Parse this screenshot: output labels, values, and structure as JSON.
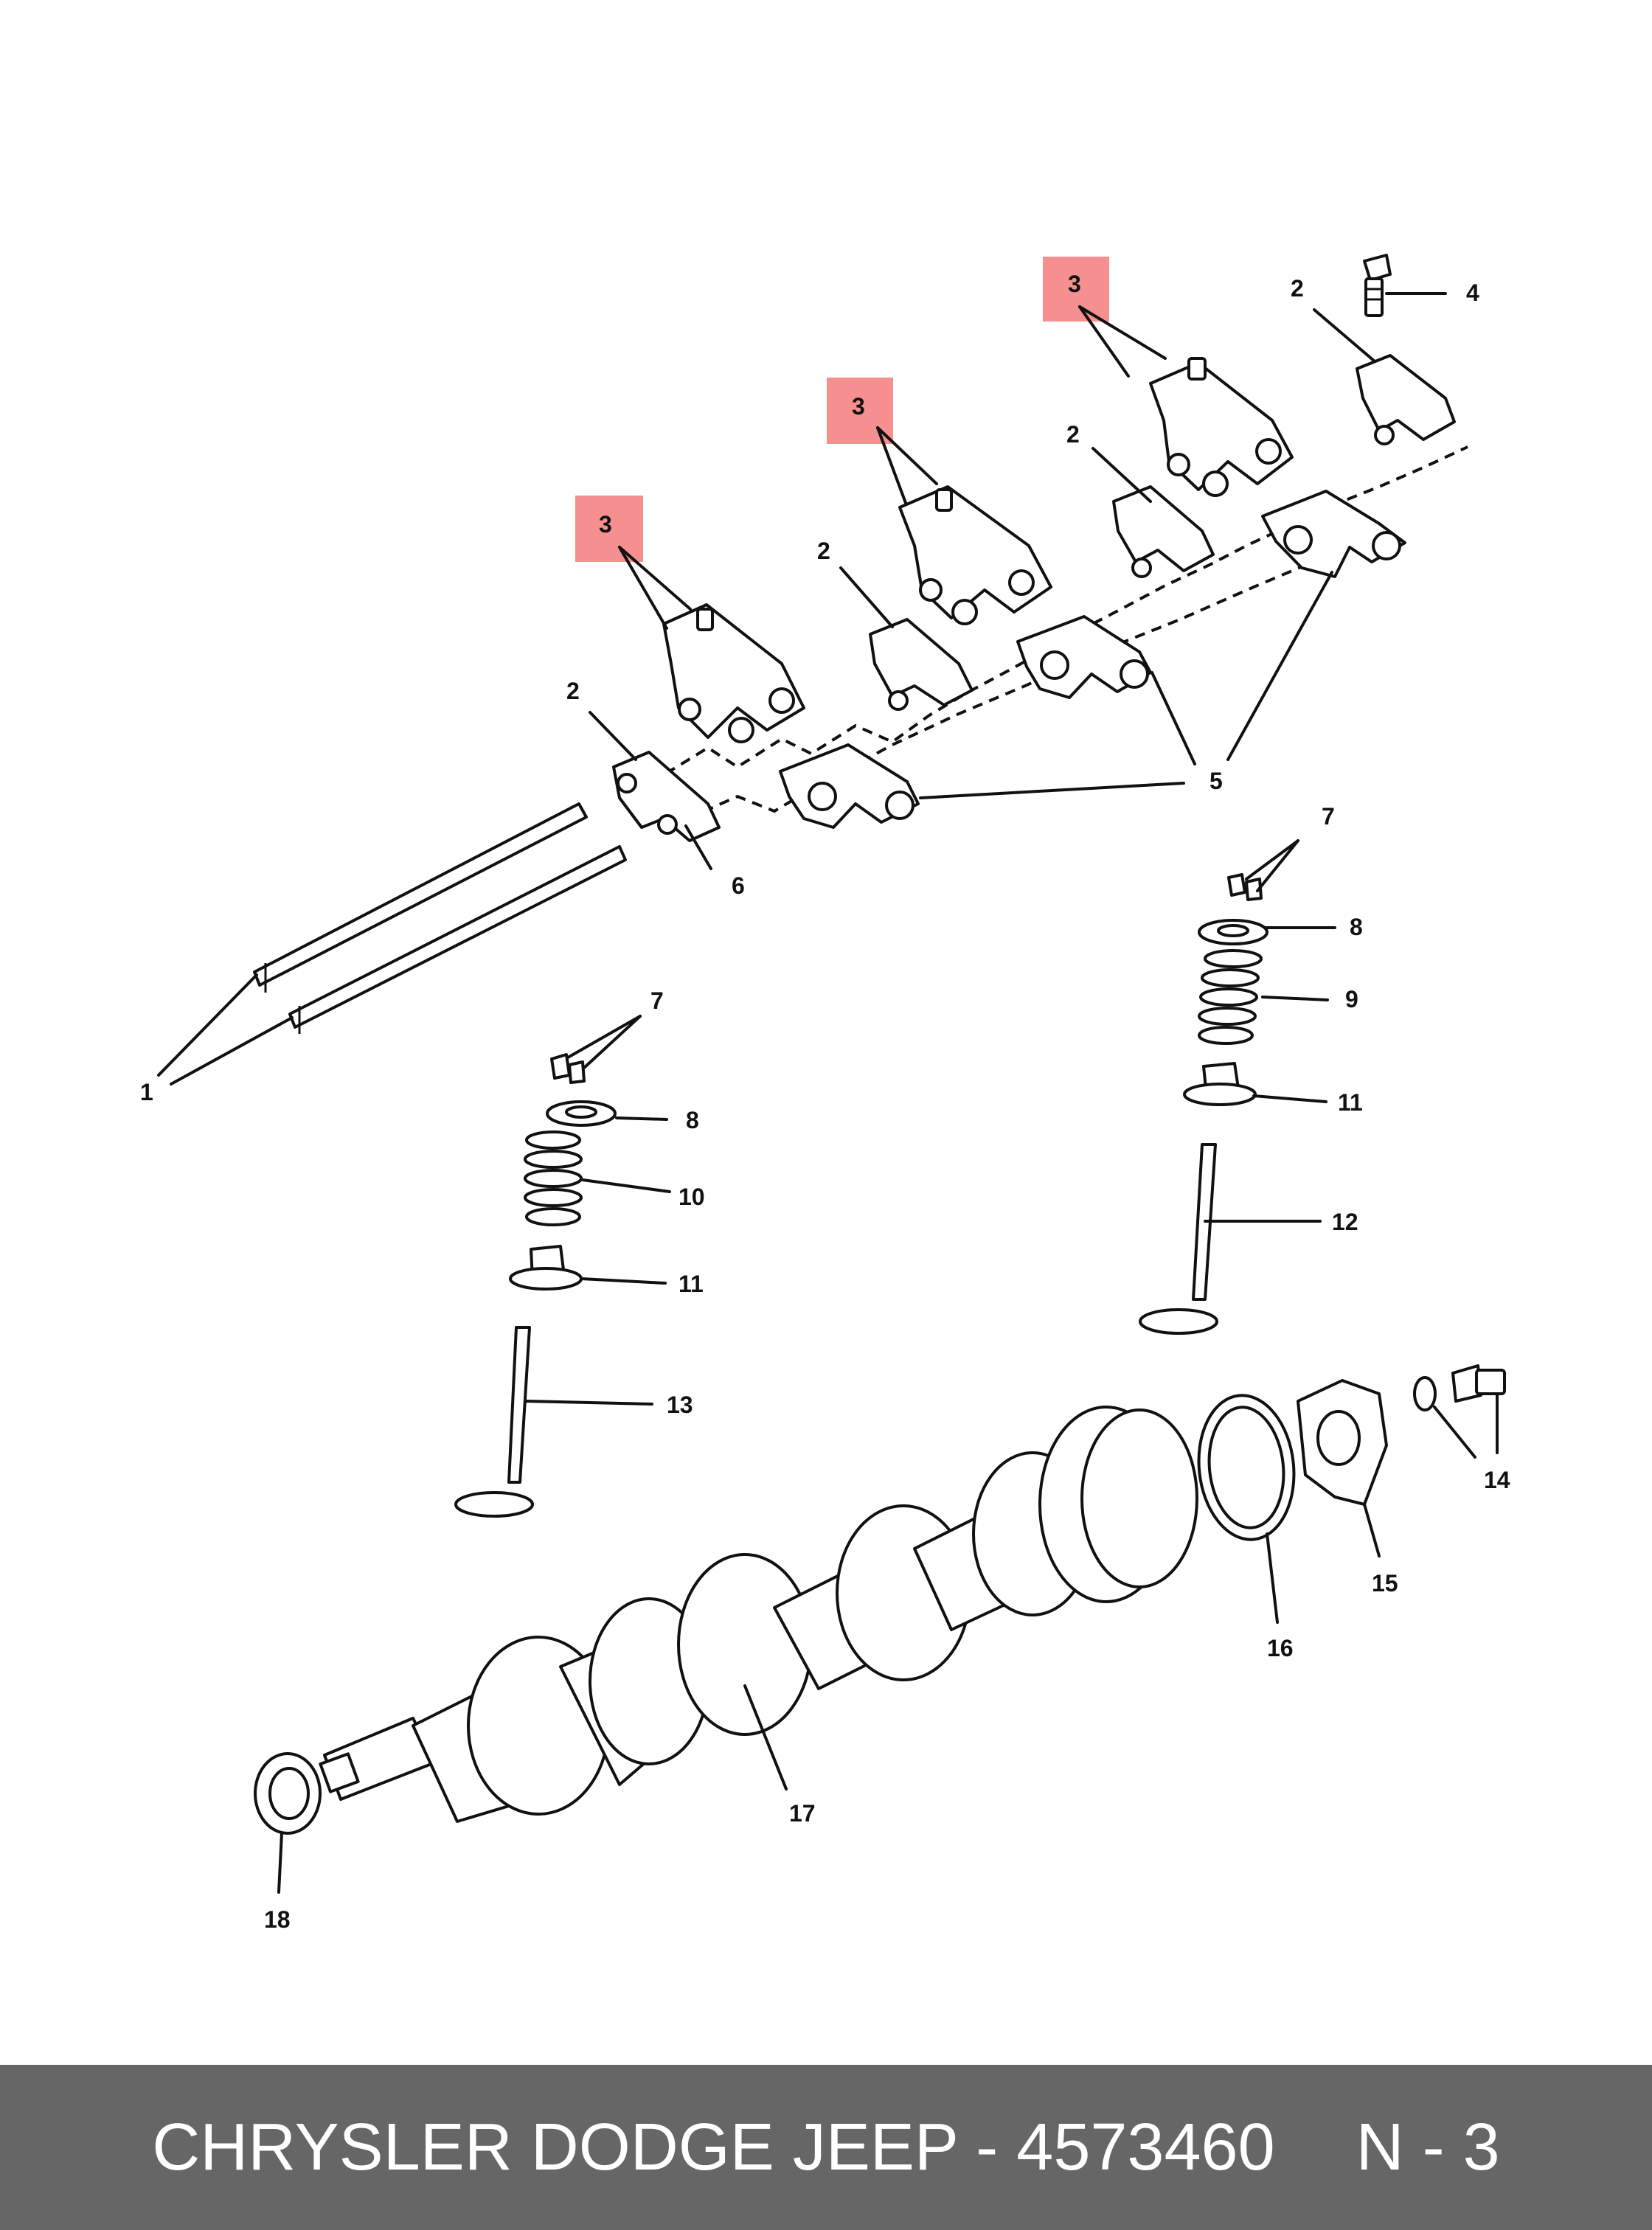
{
  "colors": {
    "footer_bg": "#666666",
    "highlight": "#f58585",
    "ink": "#111111"
  },
  "callouts": {
    "c1": "1",
    "c2a": "2",
    "c2b": "2",
    "c2c": "2",
    "c2d": "2",
    "c3a": "3",
    "c3b": "3",
    "c3c": "3",
    "c4": "4",
    "c5": "5",
    "c6": "6",
    "c7a": "7",
    "c7b": "7",
    "c8a": "8",
    "c8b": "8",
    "c9": "9",
    "c10": "10",
    "c11a": "11",
    "c11b": "11",
    "c12": "12",
    "c13": "13",
    "c14": "14",
    "c15": "15",
    "c16": "16",
    "c17": "17",
    "c18": "18"
  },
  "footer": {
    "title": "CHRYSLER DODGE JEEP - 4573460",
    "page": "N - 3"
  }
}
